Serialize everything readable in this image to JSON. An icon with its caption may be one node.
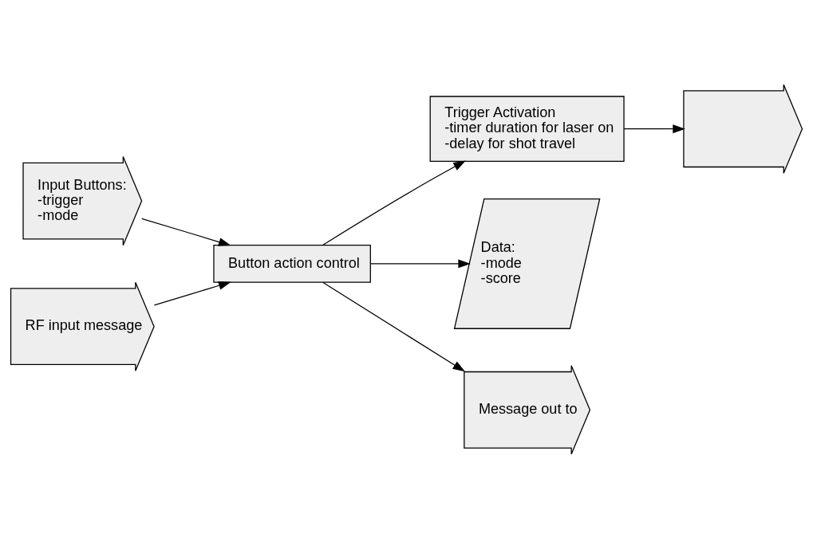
{
  "diagram": {
    "nodes": [
      {
        "text": [
          "Trigger Activation",
          "-timer duration for laser on",
          "-delay for shot travel"
        ]
      },
      {
        "text": [],
        "shape": "arrow"
      },
      {
        "text": [
          "Input Buttons:",
          "-trigger",
          "-mode"
        ]
      },
      {
        "text": [
          "Button action control"
        ]
      },
      {
        "text": [
          "Data:",
          "-mode",
          "-score"
        ]
      },
      {
        "text": [
          "RF input message"
        ]
      },
      {
        "text": [
          "Message out to"
        ]
      }
    ],
    "edges": [
      {
        "from": 3,
        "to": 0,
        "arrow": "to"
      },
      {
        "from": 0,
        "to": 1,
        "arrow": "to"
      },
      {
        "from": 2,
        "to": 3,
        "arrow": "to"
      },
      {
        "from": 3,
        "to": 4,
        "arrow": "to"
      },
      {
        "from": 5,
        "to": 3,
        "arrow": "to"
      },
      {
        "from": 3,
        "to": 6,
        "arrow": "to"
      }
    ]
  }
}
